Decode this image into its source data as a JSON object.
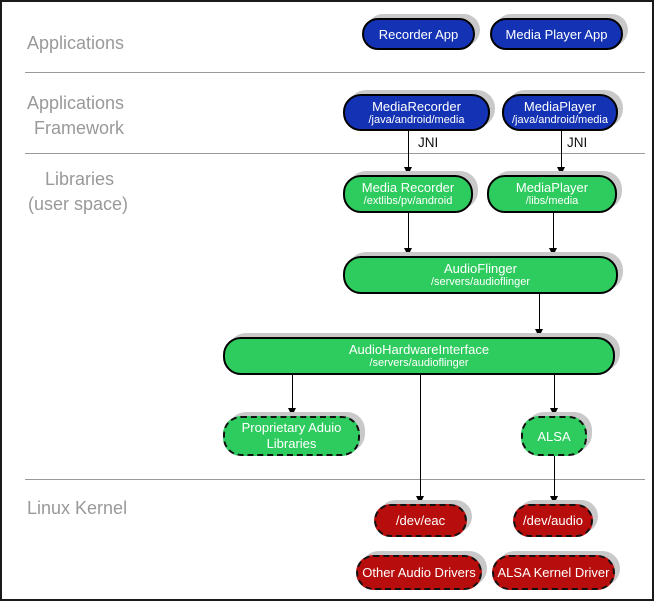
{
  "sections": {
    "applications": {
      "label": "Applications"
    },
    "framework": {
      "label_line1": "Applications",
      "label_line2": "Framework"
    },
    "libraries": {
      "label_line1": "Libraries",
      "label_line2": "(user space)"
    },
    "kernel": {
      "label": "Linux Kernel"
    }
  },
  "annotations": {
    "jni_left": "JNI",
    "jni_right": "JNI"
  },
  "nodes": {
    "recorder_app": {
      "title": "Recorder App"
    },
    "media_player_app": {
      "title": "Media Player App"
    },
    "media_recorder_framework": {
      "title": "MediaRecorder",
      "path": "/java/android/media"
    },
    "media_player_framework": {
      "title": "MediaPlayer",
      "path": "/java/android/media"
    },
    "media_recorder_lib": {
      "title": "Media Recorder",
      "path": "/extlibs/pv/android"
    },
    "media_player_lib": {
      "title": "MediaPlayer",
      "path": "/libs/media"
    },
    "audio_flinger": {
      "title": "AudioFlinger",
      "path": "/servers/audioflinger"
    },
    "audio_hardware_interface": {
      "title": "AudioHardwareInterface",
      "path": "/servers/audioflinger"
    },
    "proprietary_audio_libraries": {
      "title": "Proprietary Aduio Libraries"
    },
    "alsa": {
      "title": "ALSA"
    },
    "dev_eac": {
      "title": "/dev/eac"
    },
    "dev_audio": {
      "title": "/dev/audio"
    },
    "other_audio_drivers": {
      "title": "Other Audio Drivers"
    },
    "alsa_kernel_driver": {
      "title": "ALSA Kernel Driver"
    }
  },
  "colors": {
    "app_node_blue": "#1433b4",
    "library_node_green": "#2ecc5e",
    "kernel_node_red": "#b80d0d",
    "section_label_gray": "#999999",
    "shadow_gray": "#c9c9c9"
  }
}
